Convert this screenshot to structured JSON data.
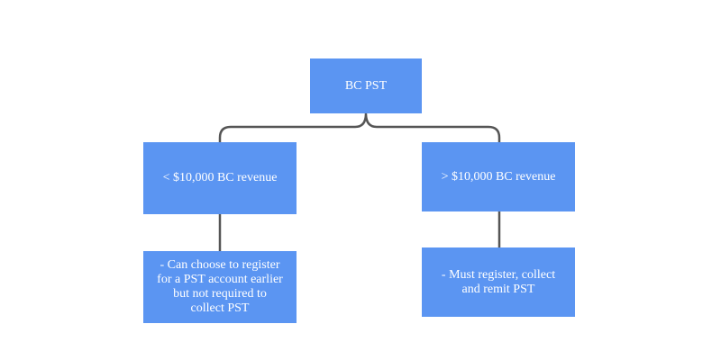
{
  "diagram": {
    "colors": {
      "box": "#5b95f2",
      "connector": "#555555",
      "text": "#ffffff",
      "background": "#ffffff"
    },
    "nodes": {
      "root": {
        "label": "BC PST"
      },
      "left": {
        "label": "< $10,000 BC revenue"
      },
      "right": {
        "label": "> $10,000 BC revenue"
      },
      "left_detail": {
        "label": "- Can choose to register for a PST account earlier but not required to collect PST"
      },
      "right_detail": {
        "label": "- Must register, collect and remit PST"
      }
    }
  }
}
